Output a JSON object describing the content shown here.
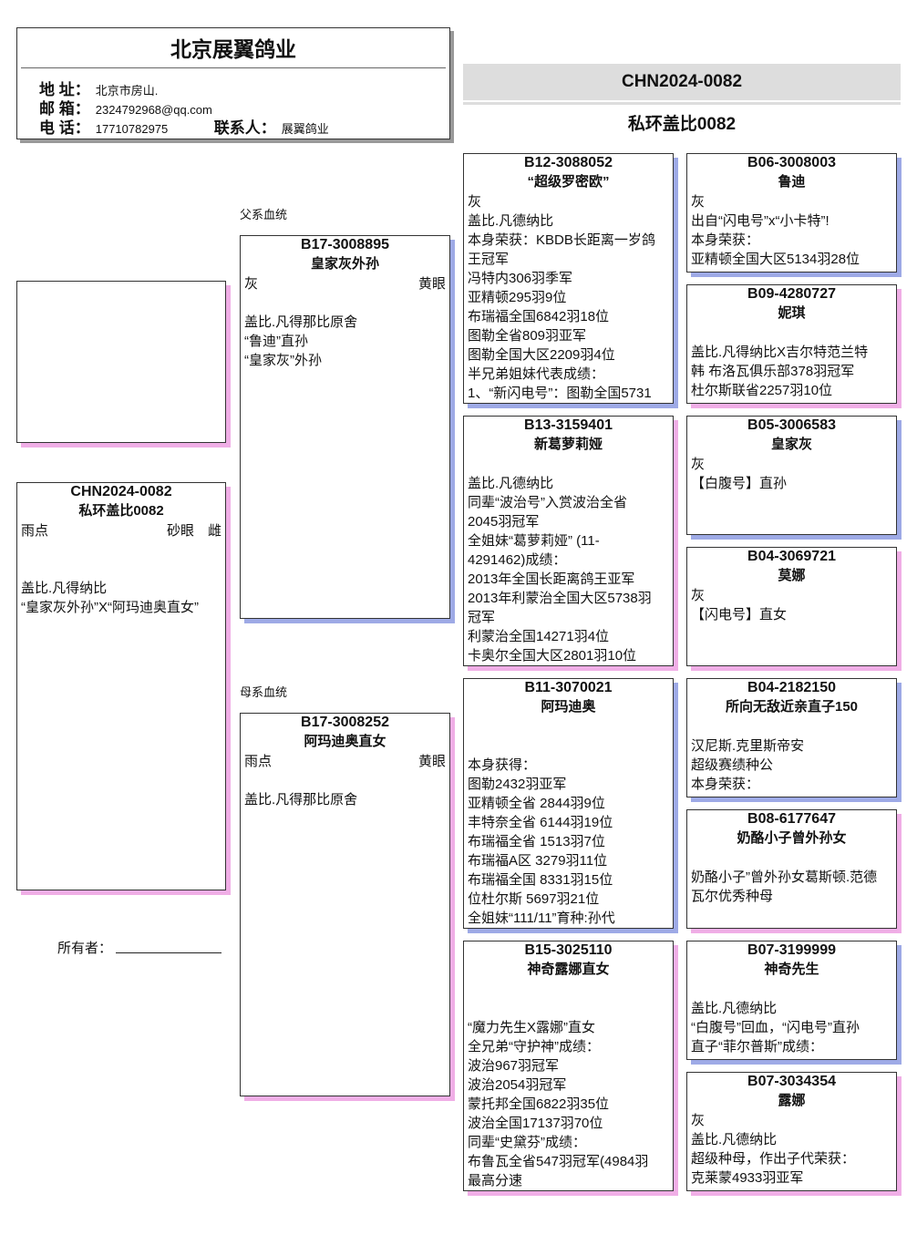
{
  "header": {
    "title": "北京展翼鸽业",
    "address_label": "地 址：",
    "address": "北京市房山.",
    "email_label": "邮 箱：",
    "email": "2324792968@qq.com",
    "phone_label": "电 话：",
    "phone": "17710782975",
    "contact_label": "联系人：",
    "contact": "展翼鸽业"
  },
  "banner": {
    "ring": "CHN2024-0082",
    "name": "私环盖比0082"
  },
  "labels": {
    "sire_line": "父系血统",
    "dam_line": "母系血统",
    "owner": "所有者："
  },
  "colors": {
    "blue_shadow": "#9eaae6",
    "pink_shadow": "#f0aee6",
    "banner_bg": "#dddddd"
  },
  "birds": {
    "subject": {
      "ring": "CHN2024-0082",
      "name": "私环盖比0082",
      "left": "雨点",
      "right": "砂眼　雌",
      "lines": [
        "",
        "",
        "盖比.凡得纳比",
        "“皇家灰外孙”X“阿玛迪奥直女”"
      ]
    },
    "sire": {
      "ring": "B17-3008895",
      "name": "皇家灰外孙",
      "left": "灰",
      "right": "黄眼",
      "lines": [
        "",
        "盖比.凡得那比原舍",
        "“鲁迪”直孙",
        "“皇家灰”外孙"
      ]
    },
    "dam": {
      "ring": "B17-3008252",
      "name": "阿玛迪奥直女",
      "left": "雨点",
      "right": "黄眼",
      "lines": [
        "",
        "盖比.凡得那比原舍"
      ]
    },
    "ss": {
      "ring": "B12-3088052",
      "name": "“超级罗密欧”",
      "lines": [
        "灰",
        "盖比.凡德纳比",
        "本身荣获：KBDB长距离一岁鸽",
        "王冠军",
        "冯特内306羽季军",
        "亚精顿295羽9位",
        "布瑞福全国6842羽18位",
        "图勒全省809羽亚军",
        "图勒全国大区2209羽4位",
        "半兄弟姐妹代表成绩：",
        "1、“新闪电号”：图勒全国5731"
      ]
    },
    "sd": {
      "ring": "B13-3159401",
      "name": "新葛萝莉娅",
      "lines": [
        "",
        "盖比.凡德纳比",
        "同辈“波治号”入赏波治全省",
        "2045羽冠军",
        "全姐妹“葛萝莉娅” (11-",
        "4291462)成绩：",
        "2013年全国长距离鸽王亚军",
        "2013年利蒙治全国大区5738羽",
        "冠军",
        "利蒙治全国14271羽4位",
        "卡奥尔全国大区2801羽10位"
      ]
    },
    "ds": {
      "ring": "B11-3070021",
      "name": "阿玛迪奥",
      "lines": [
        "",
        "",
        "本身获得：",
        "图勒2432羽亚军",
        "亚精顿全省 2844羽9位",
        "丰特奈全省 6144羽19位",
        "布瑞福全省 1513羽7位",
        "布瑞福A区 3279羽11位",
        "布瑞福全国 8331羽15位",
        "位杜尔斯 5697羽21位",
        "全姐妹“111/11”育种:孙代"
      ]
    },
    "dd": {
      "ring": "B15-3025110",
      "name": "神奇露娜直女",
      "lines": [
        "",
        "",
        "“魔力先生X露娜”直女",
        "全兄弟“守护神”成绩：",
        "波治967羽冠军",
        "波治2054羽冠军",
        "蒙托邦全国6822羽35位",
        "波治全国17137羽70位",
        "同辈“史黛芬”成绩：",
        "布鲁瓦全省547羽冠军(4984羽",
        "最高分速"
      ]
    },
    "sss": {
      "ring": "B06-3008003",
      "name": "鲁迪",
      "lines": [
        "灰",
        "出自“闪电号”x“小卡特”!",
        "本身荣获：",
        "亚精顿全国大区5134羽28位"
      ]
    },
    "ssd": {
      "ring": "B09-4280727",
      "name": "妮琪",
      "lines": [
        "",
        "盖比.凡得纳比X吉尔特范兰特",
        "韩 布洛瓦俱乐部378羽冠军",
        "杜尔斯联省2257羽10位"
      ]
    },
    "sds": {
      "ring": "B05-3006583",
      "name": "皇家灰",
      "lines": [
        "灰",
        "【白腹号】直孙"
      ]
    },
    "sdd": {
      "ring": "B04-3069721",
      "name": "莫娜",
      "lines": [
        "灰",
        "【闪电号】直女"
      ]
    },
    "dss": {
      "ring": "B04-2182150",
      "name": "所向无敌近亲直子150",
      "lines": [
        "",
        "汉尼斯.克里斯帝安",
        "超级赛绩种公",
        "本身荣获："
      ]
    },
    "dsd": {
      "ring": "B08-6177647",
      "name": "奶酪小子曾外孙女",
      "lines": [
        "",
        "奶酪小子”曾外孙女葛斯顿.范德",
        "瓦尔优秀种母"
      ]
    },
    "dds": {
      "ring": "B07-3199999",
      "name": "神奇先生",
      "lines": [
        "",
        "盖比.凡德纳比",
        "“白腹号”回血，“闪电号”直孙",
        "直子“菲尔普斯”成绩："
      ]
    },
    "ddd": {
      "ring": "B07-3034354",
      "name": "露娜",
      "lines": [
        "灰",
        "盖比.凡德纳比",
        "超级种母，作出子代荣获：",
        "克莱蒙4933羽亚军"
      ]
    }
  }
}
